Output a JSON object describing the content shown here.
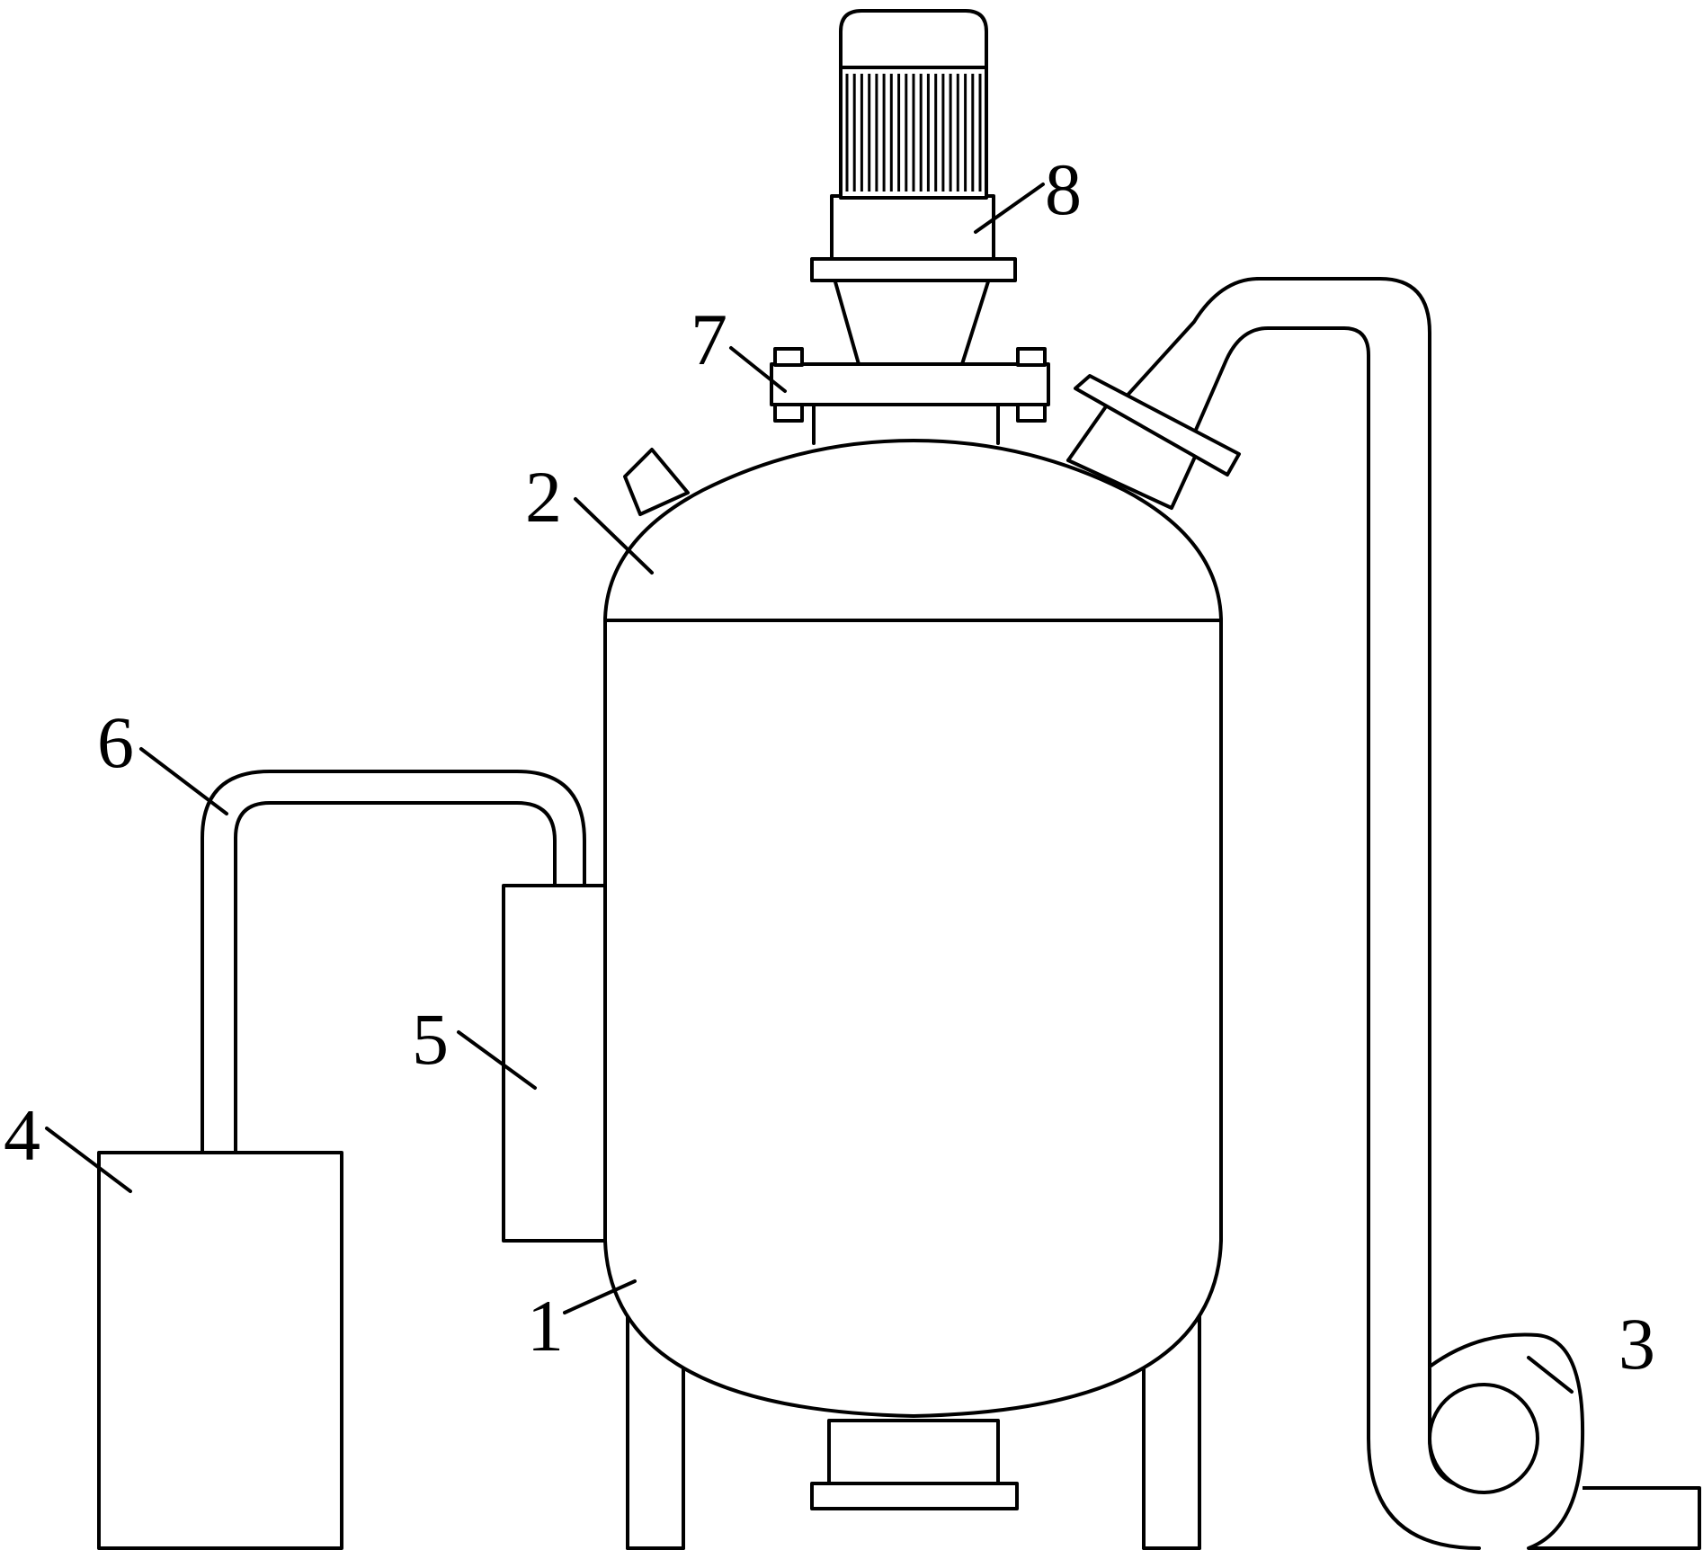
{
  "labels": {
    "tank_body": "1",
    "tank_head": "2",
    "blower": "3",
    "collection_box": "4",
    "side_box": "5",
    "connecting_pipe": "6",
    "flange": "7",
    "motor": "8"
  }
}
